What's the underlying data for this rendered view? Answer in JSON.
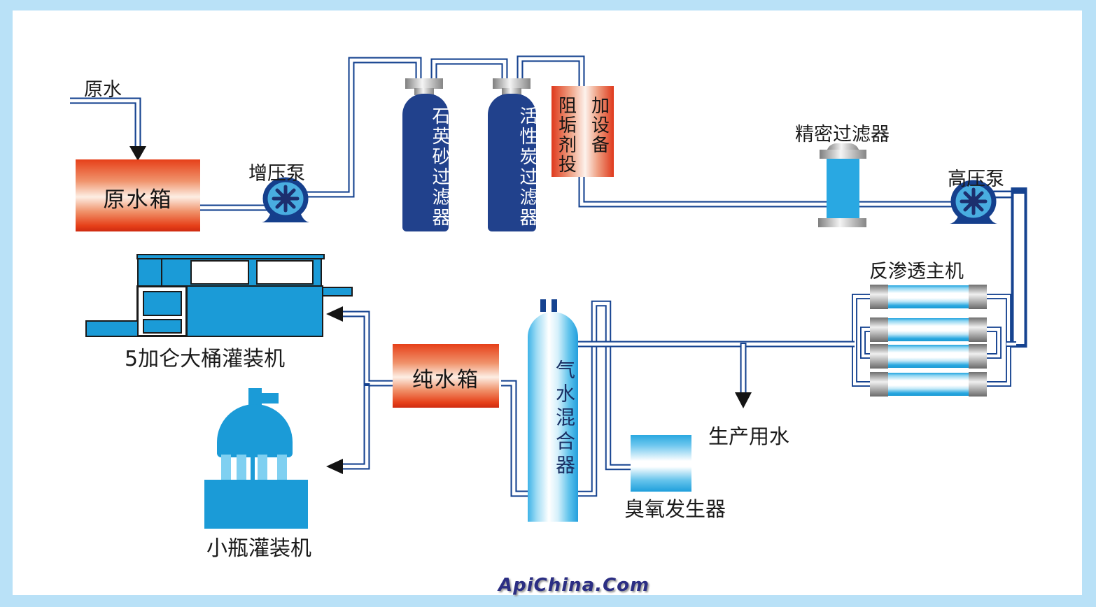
{
  "diagram": {
    "title_context": "water treatment process flow diagram",
    "labels": {
      "raw_water": "原水",
      "raw_water_tank": "原水箱",
      "booster_pump": "增压泵",
      "quartz_sand_filter": "石英砂过滤器",
      "activated_carbon_filter": "活性炭过滤器",
      "dosing_device_col_left": "阻垢剂投",
      "dosing_device_col_right": "加设备",
      "precision_filter": "精密过滤器",
      "high_pressure_pump": "高压泵",
      "reverse_osmosis_unit": "反渗透主机",
      "production_water": "生产用水",
      "gas_water_mixer": "气水混合器",
      "ozone_generator": "臭氧发生器",
      "pure_water_tank": "纯水箱",
      "five_gallon_filler": "5加仑大桶灌装机",
      "small_bottle_filler": "小瓶灌装机"
    },
    "watermark": "ApiChina.Com",
    "colors": {
      "frame_blue": "#b9e1f7",
      "pipe_navy": "#164390",
      "filter_tank_navy": "#21418c",
      "red_gradient_edge": "#e64019",
      "equipment_cyan": "#29a8e0",
      "machine_blue": "#1b9bd7",
      "arrow_black": "#141414",
      "watermark_navy": "#2b2e83"
    }
  }
}
